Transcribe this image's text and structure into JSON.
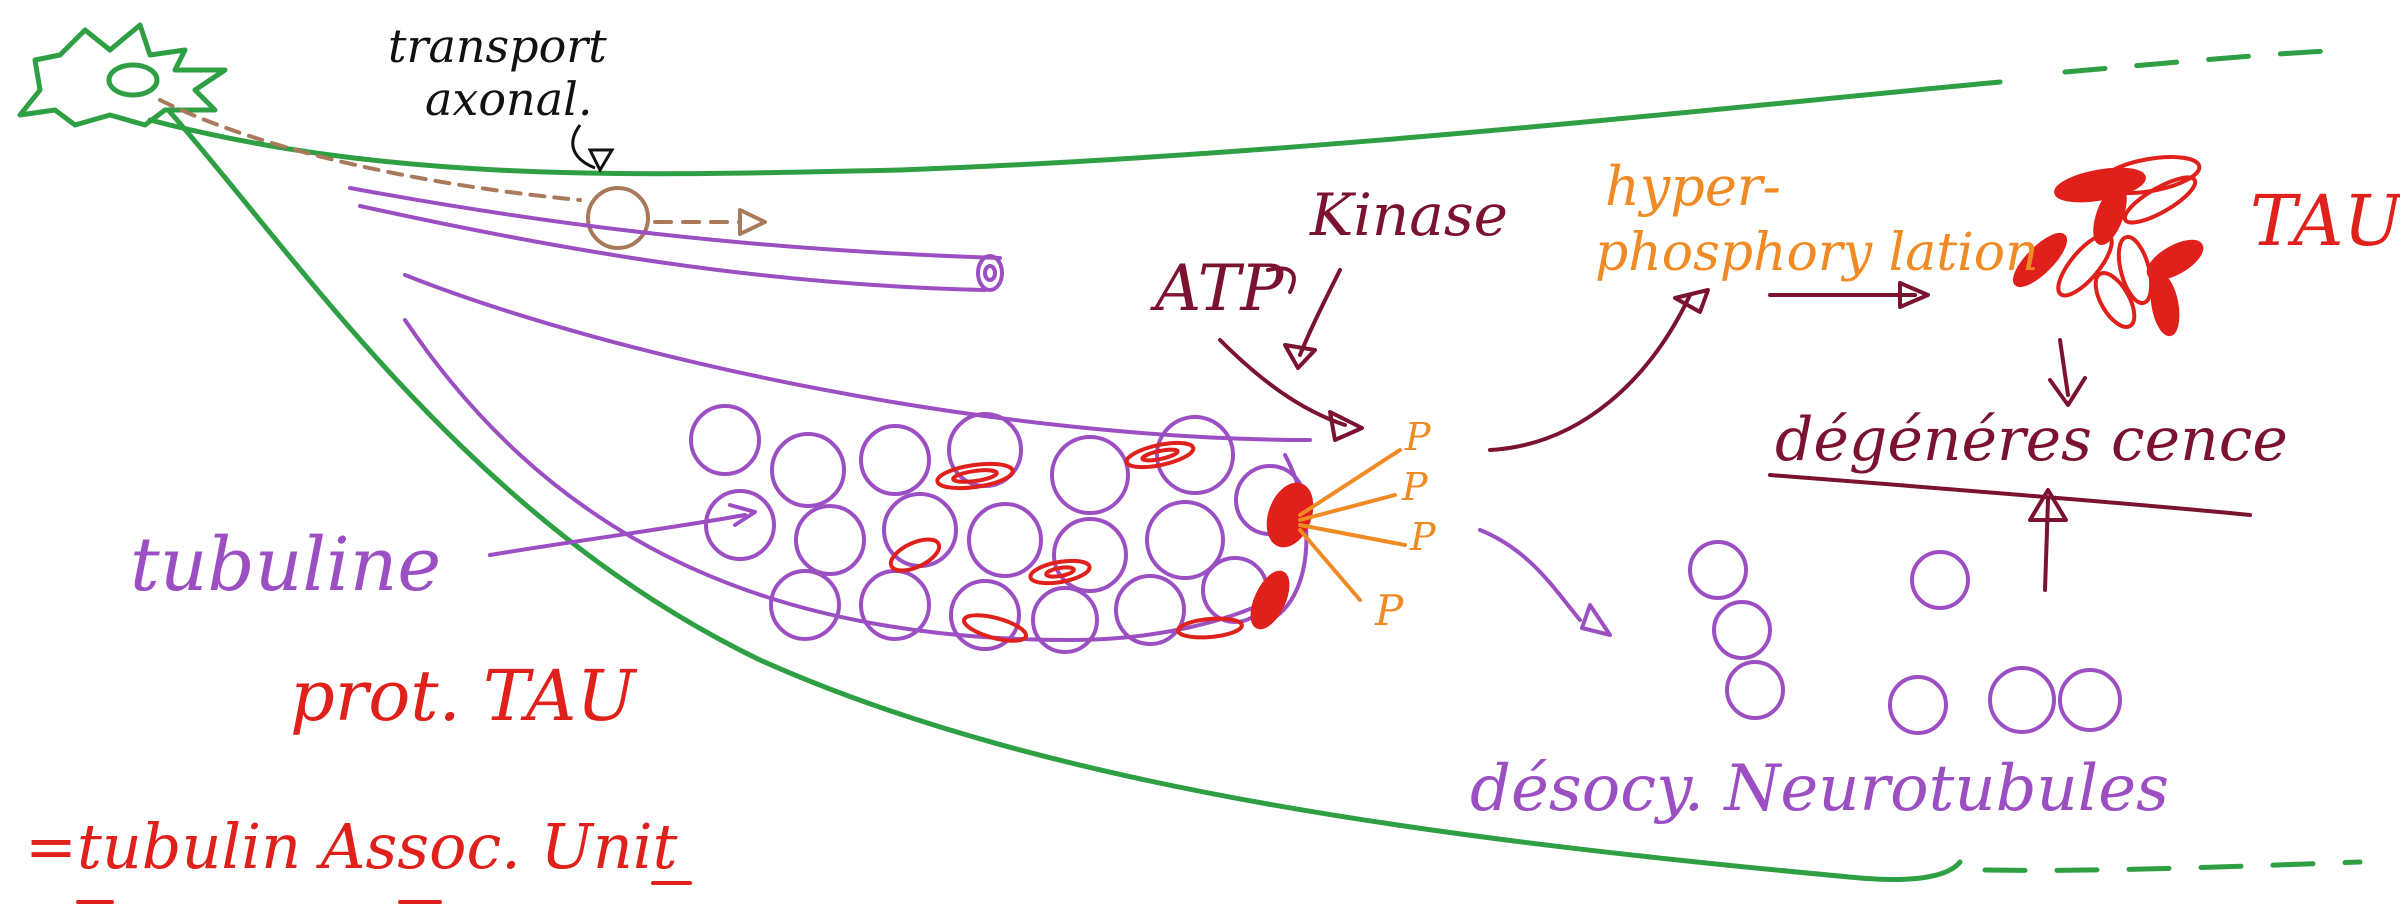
{
  "colors": {
    "green": "#2ea043",
    "purple": "#9b4fc2",
    "brown": "#a8795a",
    "maroon": "#7a1230",
    "orange": "#f08a24",
    "red": "#e0201b",
    "black": "#111111"
  },
  "labels": {
    "transport_line1": "transport",
    "transport_line2": "axonal.",
    "kinase": "Kinase",
    "atp": "ATP",
    "hyper_line1": "hyper-",
    "hyper_line2": "phosphory lation",
    "tau_top": "TAU",
    "degenerescence": "dégénéres cence",
    "tubuline": "tubuline",
    "prot_tau": "prot. TAU",
    "tubulin_assoc_unit": "=tubulin Assoc. Unit",
    "p_labels": [
      "P",
      "P",
      "P",
      "P"
    ],
    "desoc_neurotubules": "désocy. Neurotubules"
  },
  "icons": {
    "neuron": "neuron-cell-body-icon",
    "vesicle": "transport-vesicle-icon"
  }
}
